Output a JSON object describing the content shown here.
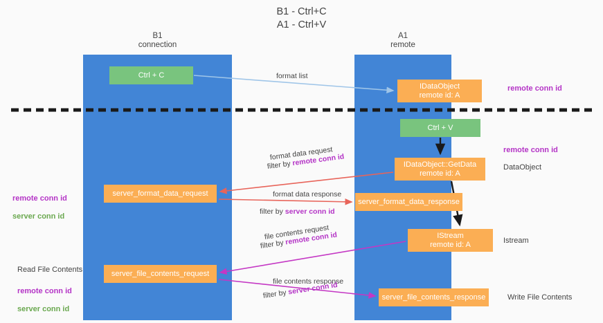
{
  "title": "B1 - Ctrl+C\nA1 - Ctrl+V",
  "lanes": [
    {
      "name": "b1",
      "header": "B1\nconnection"
    },
    {
      "name": "a1",
      "header": "A1\nremote"
    }
  ],
  "nodes": {
    "ctrl_c": "Ctrl + C",
    "idataobject": "IDataObject\nremote id: A",
    "ctrl_v": "Ctrl + V",
    "getdata": "IDataObject::GetData\nremote id: A",
    "server_format_data_request": "server_format_data_request",
    "server_format_data_response": "server_format_data_response",
    "istream": "IStream\nremote id: A",
    "server_file_contents_request": "server_file_contents_request",
    "server_file_contents_response": "server_file_contents_response"
  },
  "edge_labels": {
    "format_list": "format list",
    "format_data_request": "format data request",
    "format_data_request_filter_prefix": "filter by ",
    "format_data_request_filter_key": "remote conn id",
    "format_data_response": "format data response",
    "format_data_response_filter_prefix": "filter by ",
    "format_data_response_filter_key": "server conn id",
    "file_contents_request": "file contents request",
    "file_contents_request_filter_prefix": "filter by ",
    "file_contents_request_filter_key": "remote conn id",
    "file_contents_response": "file contents response",
    "file_contents_response_filter_prefix": "filter by ",
    "file_contents_response_filter_key": "server conn id"
  },
  "annotations": {
    "remote_conn_id_top": "remote conn id",
    "remote_conn_id_mid": "remote conn id",
    "dataobject": "DataObject",
    "istream": "Istream",
    "write_file_contents": "Write File Contents",
    "read_file_contents": "Read File Contents",
    "remote_conn_id_left": "remote conn id",
    "server_conn_id_left": "server conn id",
    "remote_conn_id_left2": "remote conn id",
    "server_conn_id_left2": "server conn id"
  },
  "colors": {
    "lane": "#4285d6",
    "green_node": "#79c47e",
    "orange_node": "#fbae54",
    "magenta": "#b434c6",
    "green_text": "#6aa84f",
    "arrow_blue": "#9fc5e8",
    "arrow_red": "#e8645a",
    "arrow_magenta": "#c437c4",
    "arrow_black": "#1a1a1a",
    "background": "#fafafa"
  }
}
